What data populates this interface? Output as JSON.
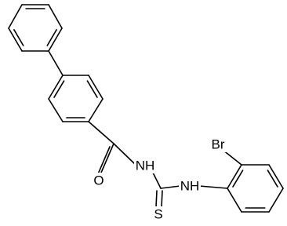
{
  "figure": {
    "background_color": "#ffffff",
    "line_color": "#000000",
    "atoms": {
      "carbonyl_oxygen": "O",
      "amide_nitrogen": "NH",
      "thione_sulfur": "S",
      "amine_nitrogen": "NH",
      "bromine": "Br"
    }
  }
}
